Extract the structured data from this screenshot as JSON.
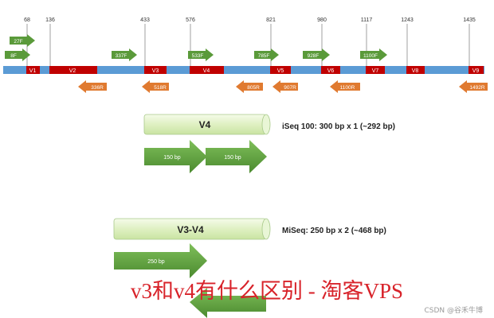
{
  "colors": {
    "conserved": "#5b9bd5",
    "variable": "#c00000",
    "forward": "#5a9a3a",
    "reverse": "#e07a30",
    "read_fill": "#e6f5cf",
    "overlay_text": "#d8232a"
  },
  "gene_map": {
    "positions": [
      "68",
      "136",
      "433",
      "576",
      "821",
      "980",
      "1117",
      "1243",
      "1435"
    ],
    "regions": [
      "V1",
      "V2",
      "V3",
      "V4",
      "V5",
      "V6",
      "V7",
      "V8",
      "V9"
    ],
    "forward_primers": [
      "27F",
      "8F",
      "337F",
      "533F",
      "785F",
      "928F",
      "1100F"
    ],
    "reverse_primers": [
      "336R",
      "518R",
      "805R",
      "907R",
      "1100R",
      "1492R"
    ]
  },
  "iseq": {
    "read_label": "V4",
    "description": "iSeq 100: 300 bp x 1 (~292 bp)",
    "arrows": [
      "150 bp",
      "150 bp"
    ]
  },
  "miseq": {
    "read_label": "V3-V4",
    "description": "MiSeq: 250 bp x 2 (~468 bp)",
    "arrows": [
      "250 bp"
    ]
  },
  "overlay_caption": "v3和v4有什么区别 - 淘客VPS",
  "watermark": "CSDN @谷禾牛博"
}
